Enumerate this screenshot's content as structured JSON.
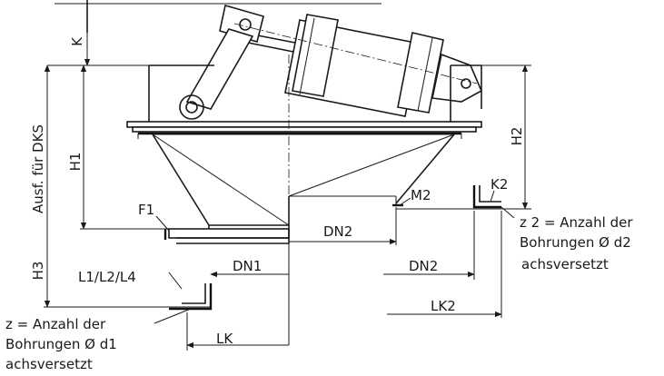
{
  "labels": {
    "k": "K",
    "h1": "H1",
    "h2": "H2",
    "h3": "H3",
    "dks": "Ausf. für DKS",
    "f1": "F1",
    "m2": "M2",
    "k2": "K2",
    "dn2_upper": "DN2",
    "dn1": "DN1",
    "dn2_lower": "DN2",
    "l124": "L1/L2/L4",
    "lk": "LK",
    "lk2": "LK2",
    "z_line1": "z = Anzahl der",
    "z_line2": "Bohrungen Ø d1",
    "z_line3": "achsversetzt",
    "z2_line1": "z 2 = Anzahl der",
    "z2_line2": "Bohrungen Ø d2",
    "z2_line3": "achsversetzt"
  }
}
